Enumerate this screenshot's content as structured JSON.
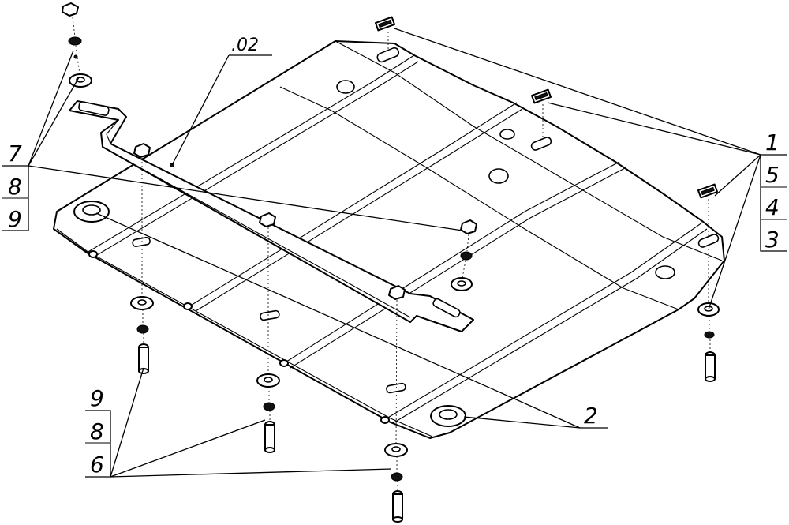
{
  "callouts": {
    "top_left": [
      "7",
      "8",
      "9"
    ],
    "right": [
      "1",
      "5",
      "4",
      "3"
    ],
    "bottom_left": [
      "9",
      "8",
      "6"
    ],
    "bracket_part": ".02",
    "plate_part": "2"
  }
}
